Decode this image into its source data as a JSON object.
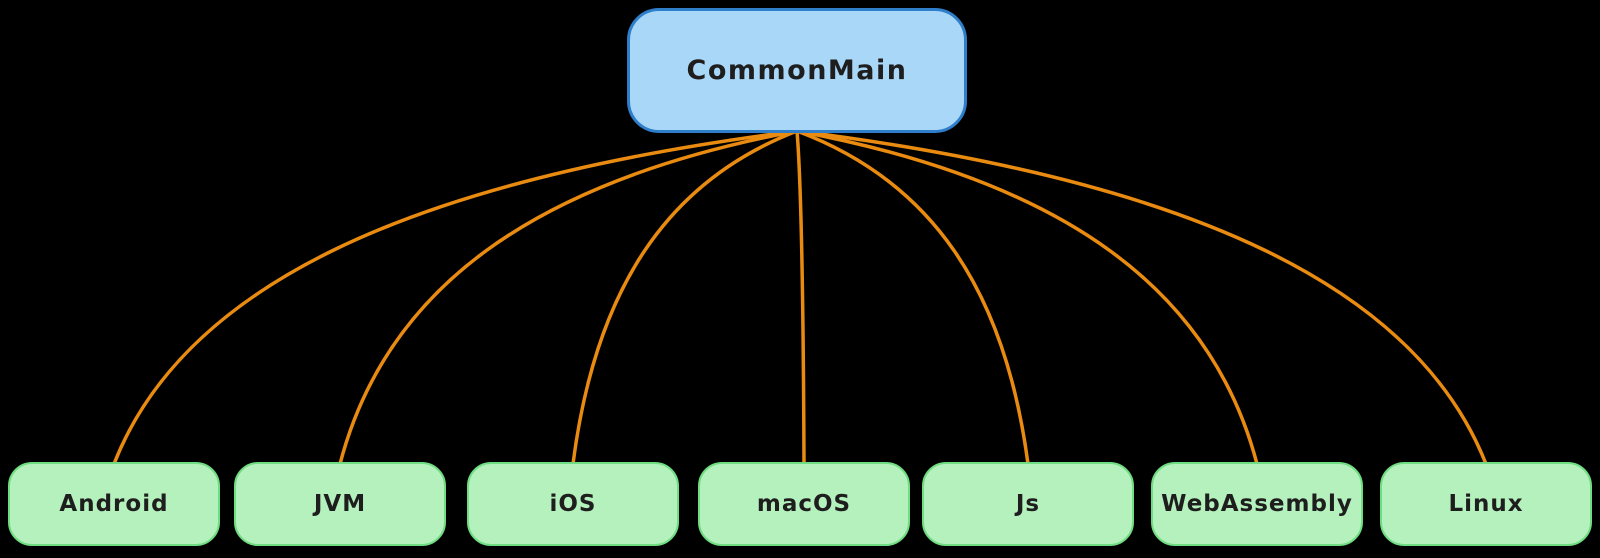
{
  "diagram": {
    "root": {
      "id": "commonMain",
      "label": "CommonMain"
    },
    "targets": [
      {
        "id": "android",
        "label": "Android"
      },
      {
        "id": "jvm",
        "label": "JVM"
      },
      {
        "id": "ios",
        "label": "iOS"
      },
      {
        "id": "macos",
        "label": "macOS"
      },
      {
        "id": "js",
        "label": "Js"
      },
      {
        "id": "webassembly",
        "label": "WebAssembly"
      },
      {
        "id": "linux",
        "label": "Linux"
      }
    ],
    "edges": [
      {
        "from": "commonMain",
        "to": "android"
      },
      {
        "from": "commonMain",
        "to": "jvm"
      },
      {
        "from": "commonMain",
        "to": "ios"
      },
      {
        "from": "commonMain",
        "to": "macos"
      },
      {
        "from": "commonMain",
        "to": "js"
      },
      {
        "from": "commonMain",
        "to": "webassembly"
      },
      {
        "from": "commonMain",
        "to": "linux"
      }
    ],
    "colors": {
      "background": "#000000",
      "root_fill": "#a9d7f8",
      "root_stroke": "#2f7ec9",
      "node_fill": "#b5f1bd",
      "node_stroke": "#6fdd81",
      "edge": "#e98b10",
      "label": "#1e1e1e"
    }
  }
}
